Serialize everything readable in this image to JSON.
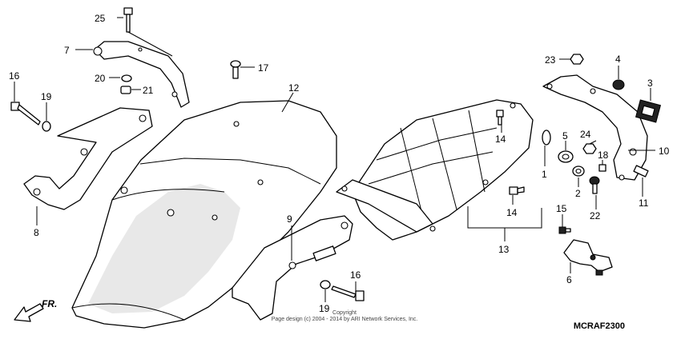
{
  "diagram": {
    "code": "MCRAF2300",
    "copyright_line1": "Copyright",
    "copyright_line2": "Page design (c) 2004 - 2014 by ARI Network Services, Inc.",
    "front_label": "FR.",
    "callouts": [
      "25",
      "7",
      "20",
      "21",
      "16",
      "19",
      "8",
      "17",
      "12",
      "9",
      "16",
      "19",
      "14",
      "14",
      "13",
      "1",
      "23",
      "4",
      "3",
      "24",
      "5",
      "18",
      "10",
      "2",
      "22",
      "11",
      "15",
      "6"
    ]
  }
}
